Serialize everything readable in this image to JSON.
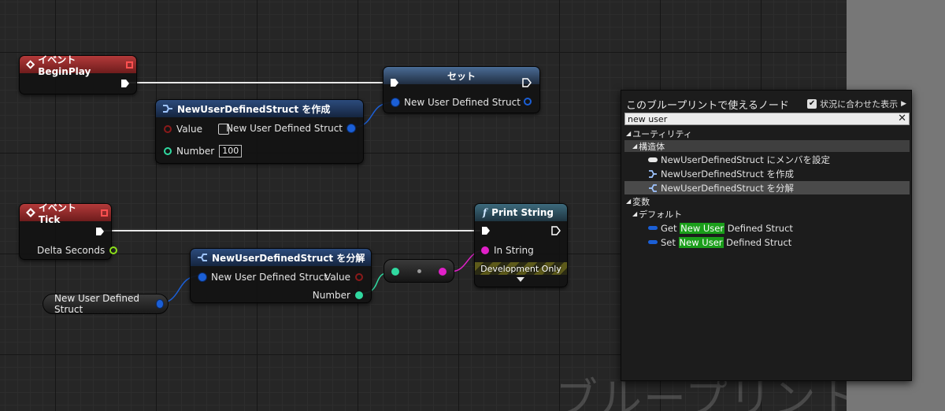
{
  "nodes": {
    "begin_play": {
      "title": "イベント BeginPlay"
    },
    "set": {
      "title": "セット",
      "pin_in": "New User Defined Struct"
    },
    "make_struct": {
      "title": "NewUserDefinedStruct を作成",
      "pin_value": "Value",
      "pin_number": "Number",
      "number_value": "100",
      "pin_out": "New User Defined Struct"
    },
    "event_tick": {
      "title": "イベント Tick",
      "pin_delta": "Delta Seconds"
    },
    "break_struct": {
      "title": "NewUserDefinedStruct を分解",
      "pin_in": "New User Defined Struct",
      "pin_value": "Value",
      "pin_number": "Number"
    },
    "getter": {
      "label": "New User Defined Struct"
    },
    "print_string": {
      "title": "Print String",
      "pin_in_string": "In String",
      "dev_only": "Development Only"
    }
  },
  "watermark": "ブループリント",
  "palette": {
    "title": "このブループリントで使えるノード",
    "context_label": "状況に合わせた表示",
    "search_value": "new user",
    "categories": {
      "utility": "ユーティリティ",
      "struct": "構造体",
      "variables": "変数",
      "default": "デフォルト"
    },
    "items": {
      "set_members": "NewUserDefinedStruct にメンバを設定",
      "make": "NewUserDefinedStruct を作成",
      "break": "NewUserDefinedStruct を分解",
      "get_prefix": "Get ",
      "get_highlight": "New User",
      "get_suffix": " Defined Struct",
      "set_prefix": "Set ",
      "set_highlight": "New User",
      "set_suffix": " Defined Struct"
    }
  },
  "colors": {
    "exec_wire": "#e8e8e8",
    "struct_pin": "#1b5fd6",
    "int_pin": "#30d9a0",
    "string_pin": "#e020c8",
    "search_highlight": "#1a9e1a"
  }
}
